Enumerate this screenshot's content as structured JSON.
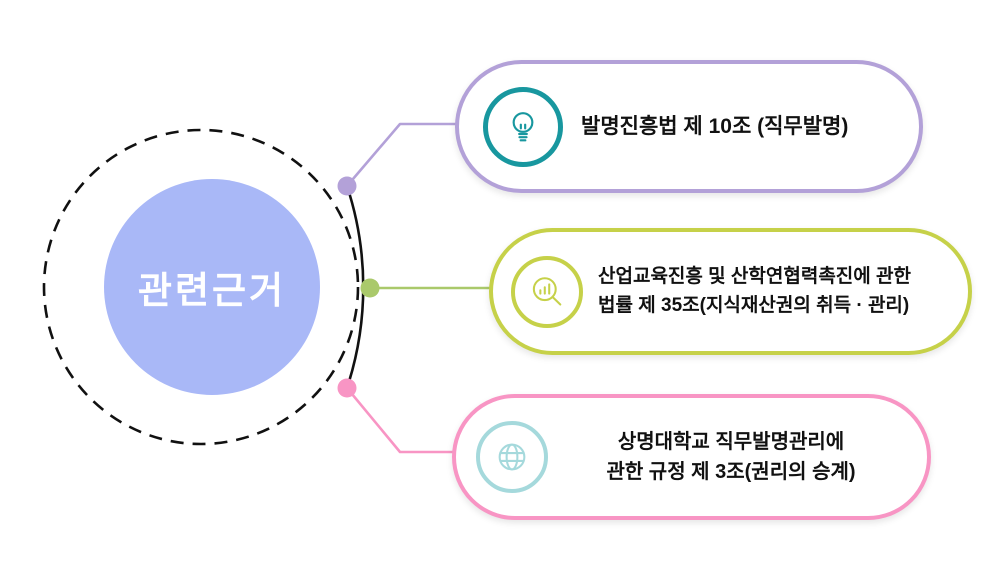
{
  "center": {
    "label": "관련근거",
    "fill": "#a9b8f7",
    "text_color": "#ffffff"
  },
  "outline_color": "#111111",
  "cards": [
    {
      "name": "invention-promotion-act",
      "lines": [
        "발명진흥법 제 10조 (직무발명)"
      ],
      "border_color": "#b3a1d8",
      "line_color": "#b3a1d8",
      "icon": "lightbulb-icon",
      "icon_color": "#18979f"
    },
    {
      "name": "industrial-education-cooperation-act",
      "lines": [
        "산업교육진흥 및 산학연협력촉진에 관한",
        "법률 제 35조(지식재산권의 취득 · 관리)"
      ],
      "border_color": "#c6d149",
      "line_color": "#aac96b",
      "icon": "magnifier-chart-icon",
      "icon_color": "#c6d149"
    },
    {
      "name": "smu-invention-regulation",
      "lines": [
        "상명대학교 직무발명관리에",
        "관한 규정 제 3조(권리의 승계)"
      ],
      "border_color": "#f895c4",
      "line_color": "#f895c4",
      "icon": "globe-icon",
      "icon_color": "#a5d9dc"
    }
  ]
}
